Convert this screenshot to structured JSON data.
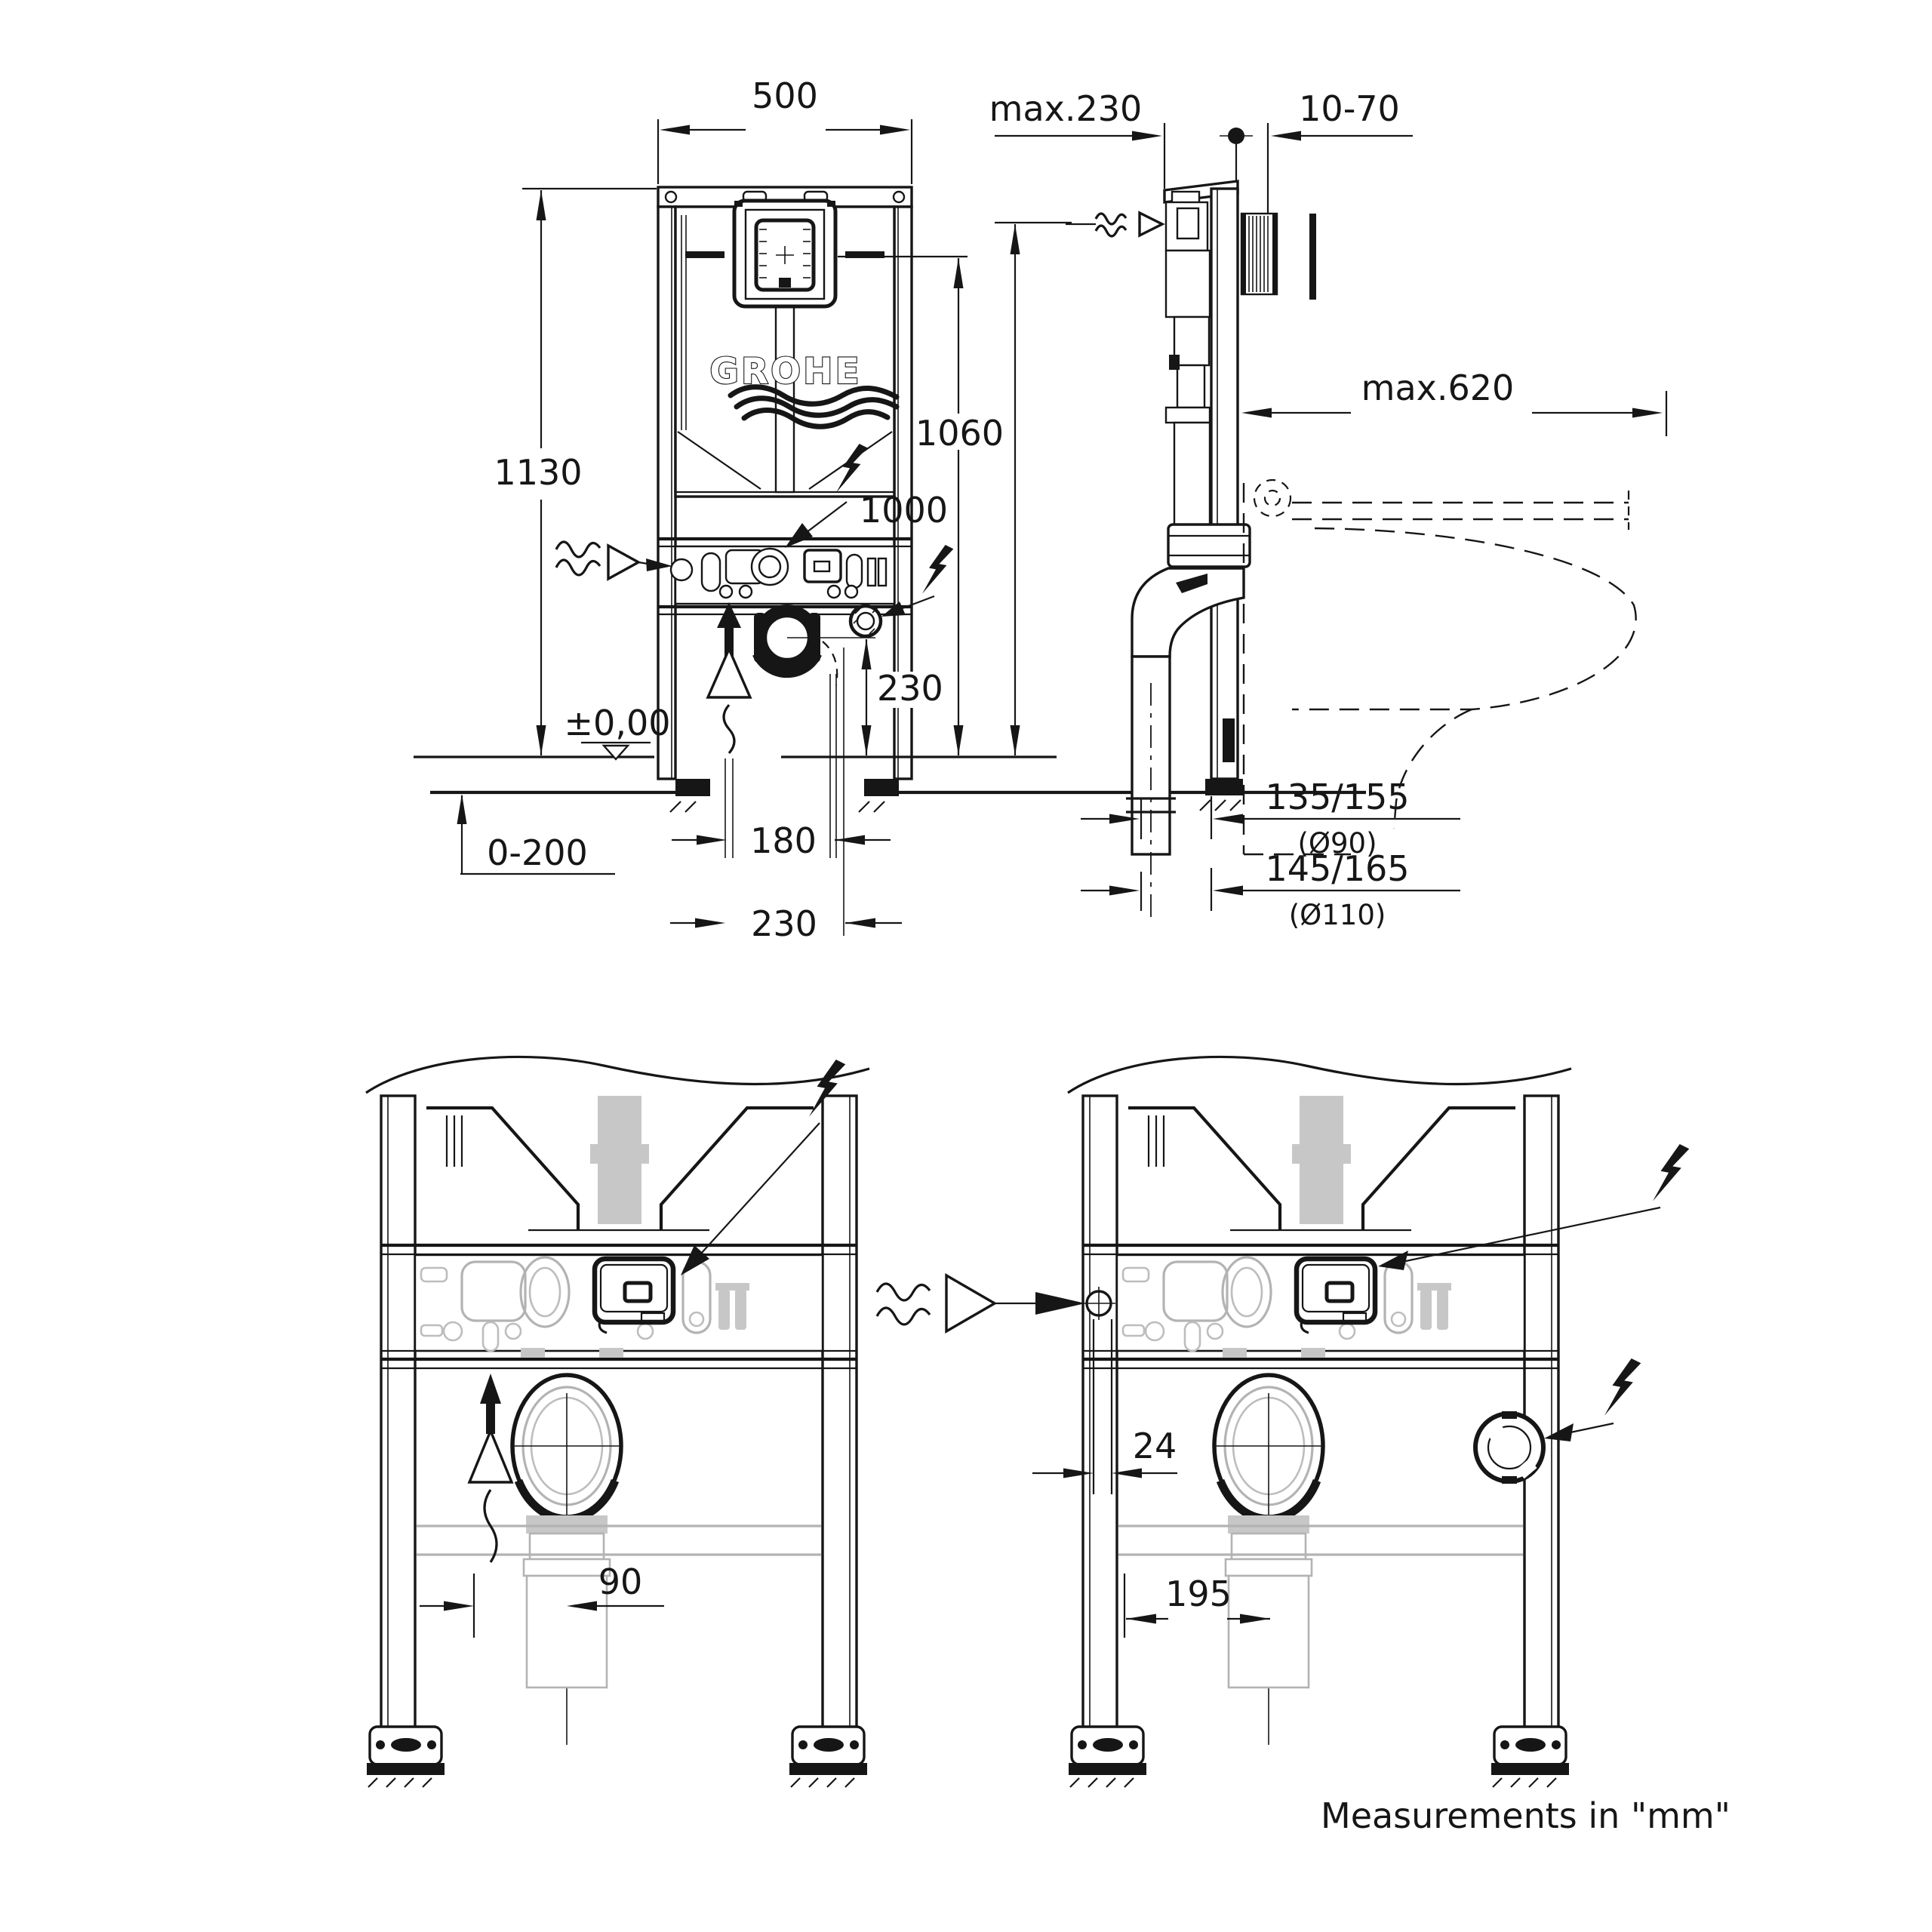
{
  "d": {
    "brand": "GROHE",
    "note": "Measurements in \"mm\"",
    "w500": "500",
    "h1130": "1130",
    "h1000": "1000",
    "v230": "230",
    "lvl": "±0,00",
    "r0200": "0-200",
    "w180": "180",
    "w230b": "230",
    "max230": "max.230",
    "r1070": "10-70",
    "h1060": "1060",
    "max620": "max.620",
    "d1": "135/155",
    "d1d": "(Ø90)",
    "d2": "145/165",
    "d2d": "(Ø110)",
    "w90": "90",
    "w24": "24",
    "w195": "195"
  }
}
